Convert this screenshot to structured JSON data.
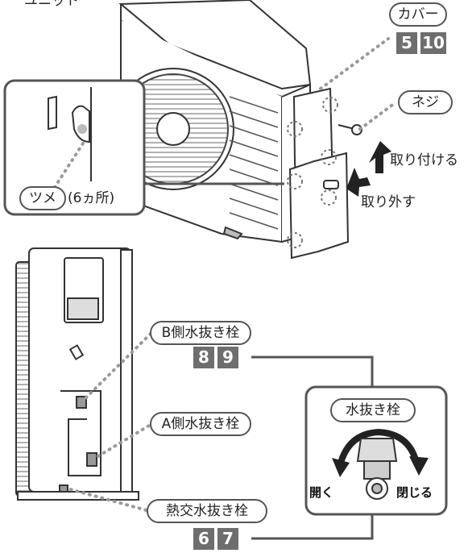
{
  "top_label": "ユニット",
  "callouts": {
    "cover": "カバー",
    "screw": "ネジ",
    "tab": "ツメ",
    "tab_count": "(6ヵ所)",
    "attach": "取り付ける",
    "remove": "取り外す",
    "drain_b": "B側水抜き栓",
    "drain_a": "A側水抜き栓",
    "drain_heat": "熱交水抜き栓",
    "drain_plug": "水抜き栓",
    "open": "開く",
    "close": "閉じる"
  },
  "step_numbers": {
    "cover": [
      "5",
      "10"
    ],
    "drain_b": [
      "8",
      "9"
    ],
    "drain_heat": [
      "6",
      "7"
    ]
  },
  "colors": {
    "line": "#555555",
    "dots": "#999999",
    "step_box": "#6e6e6e",
    "arrow": "#222222"
  }
}
